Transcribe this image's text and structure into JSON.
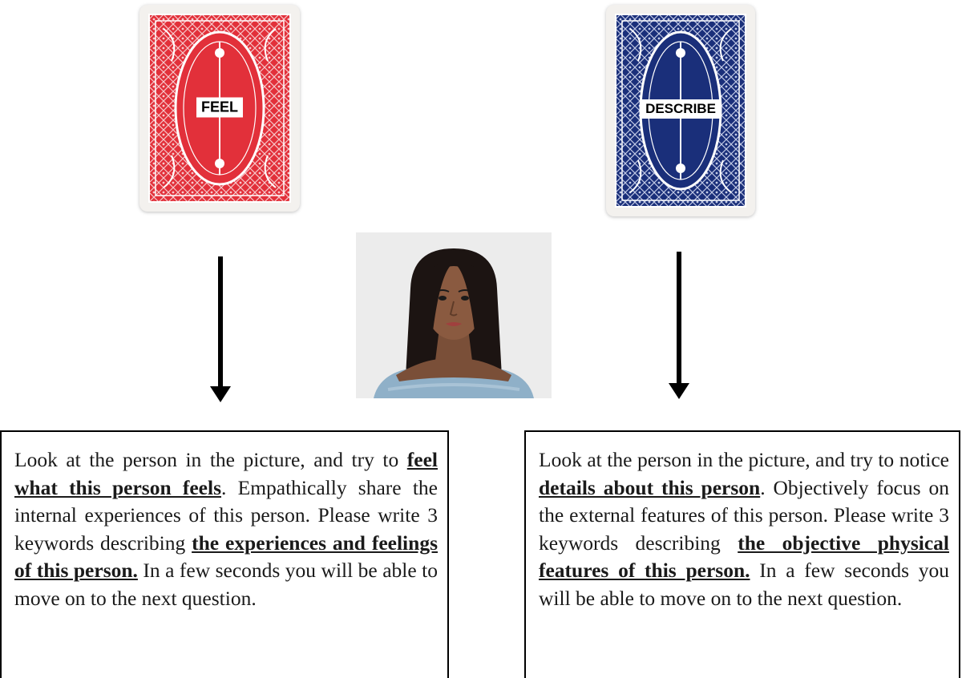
{
  "cards": {
    "feel": {
      "label": "FEEL",
      "color": "#e2303a"
    },
    "describe": {
      "label": "DESCRIBE",
      "color": "#1a2f7a"
    }
  },
  "photo": {
    "subject": "portrait-photo"
  },
  "feel_box": {
    "t1": "Look at the person in the picture, and try to ",
    "b1": "feel what this person feels",
    "t2": ". Empathically share the internal experiences of this person. Please write 3 keywords describing ",
    "b2": "the experiences and feelings of this person.",
    "t3": " In a few seconds you will be able to move on to the next question."
  },
  "describe_box": {
    "t1": "Look at the person in the picture, and try to notice ",
    "b1": "details about this person",
    "t2": ". Objectively focus on the external features of this person. Please write 3 keywords describing ",
    "b2": "the objective physical features of this person.",
    "t3": " In a few seconds you will be able to move on to the next question."
  }
}
